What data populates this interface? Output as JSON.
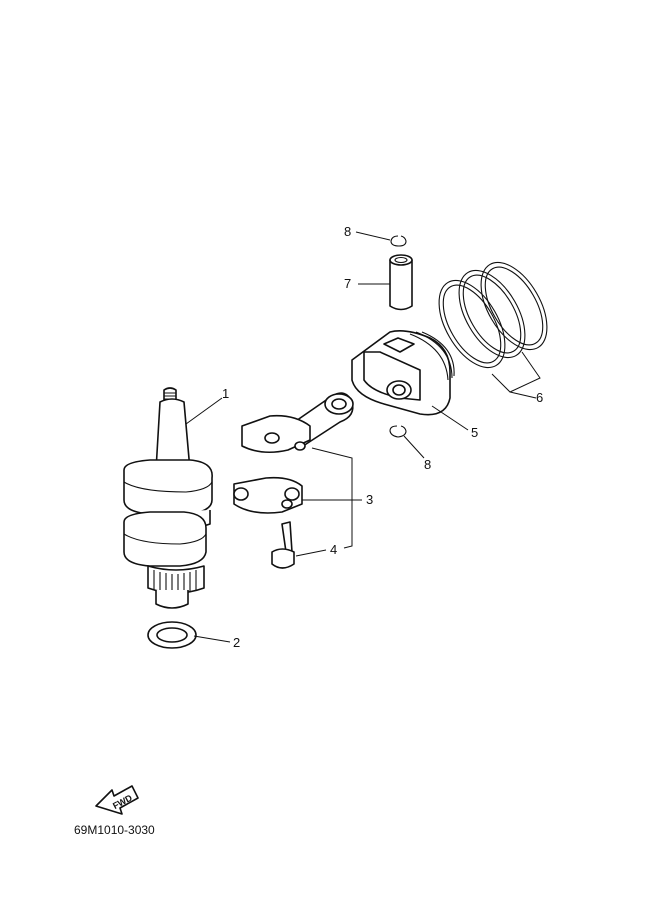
{
  "callouts": [
    {
      "id": "1",
      "label": "1"
    },
    {
      "id": "2",
      "label": "2"
    },
    {
      "id": "3",
      "label": "3"
    },
    {
      "id": "4",
      "label": "4"
    },
    {
      "id": "5",
      "label": "5"
    },
    {
      "id": "6",
      "label": "6"
    },
    {
      "id": "7",
      "label": "7"
    },
    {
      "id": "8a",
      "label": "8"
    },
    {
      "id": "8b",
      "label": "8"
    }
  ],
  "fwd_label": "FWD",
  "diagram_code": "69M1010-3030"
}
